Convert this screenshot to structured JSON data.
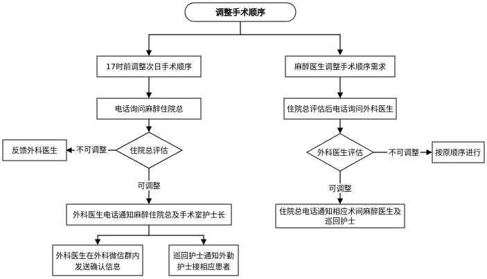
{
  "diagram": {
    "title": "调整手术顺序",
    "left_branch": {
      "step1": "17时前调整次日手术顺序",
      "step2": "电话询问麻醉住院总",
      "decision": "住院总评估",
      "no_label": "不可调整",
      "no_result": "反馈外科医生",
      "yes_label": "可调整",
      "step3": "外科医生电话通知麻醉住院总及手术室护士长",
      "out1_line1": "外科医生在外科微信群内",
      "out1_line2": "发送确认信息",
      "out2_line1": "巡回护士通知外勤",
      "out2_line2": "护士接相应患者"
    },
    "right_branch": {
      "step1": "麻醉医生调整手术顺序需求",
      "step2": "住院总评估后电话询问外科医生",
      "decision": "外科医生评估",
      "no_label": "不可调整",
      "no_result": "按原顺序进行",
      "yes_label": "可调整",
      "final_line1": "住院总电话通知相应术间麻醉医生及",
      "final_line2": "巡回护士"
    }
  }
}
